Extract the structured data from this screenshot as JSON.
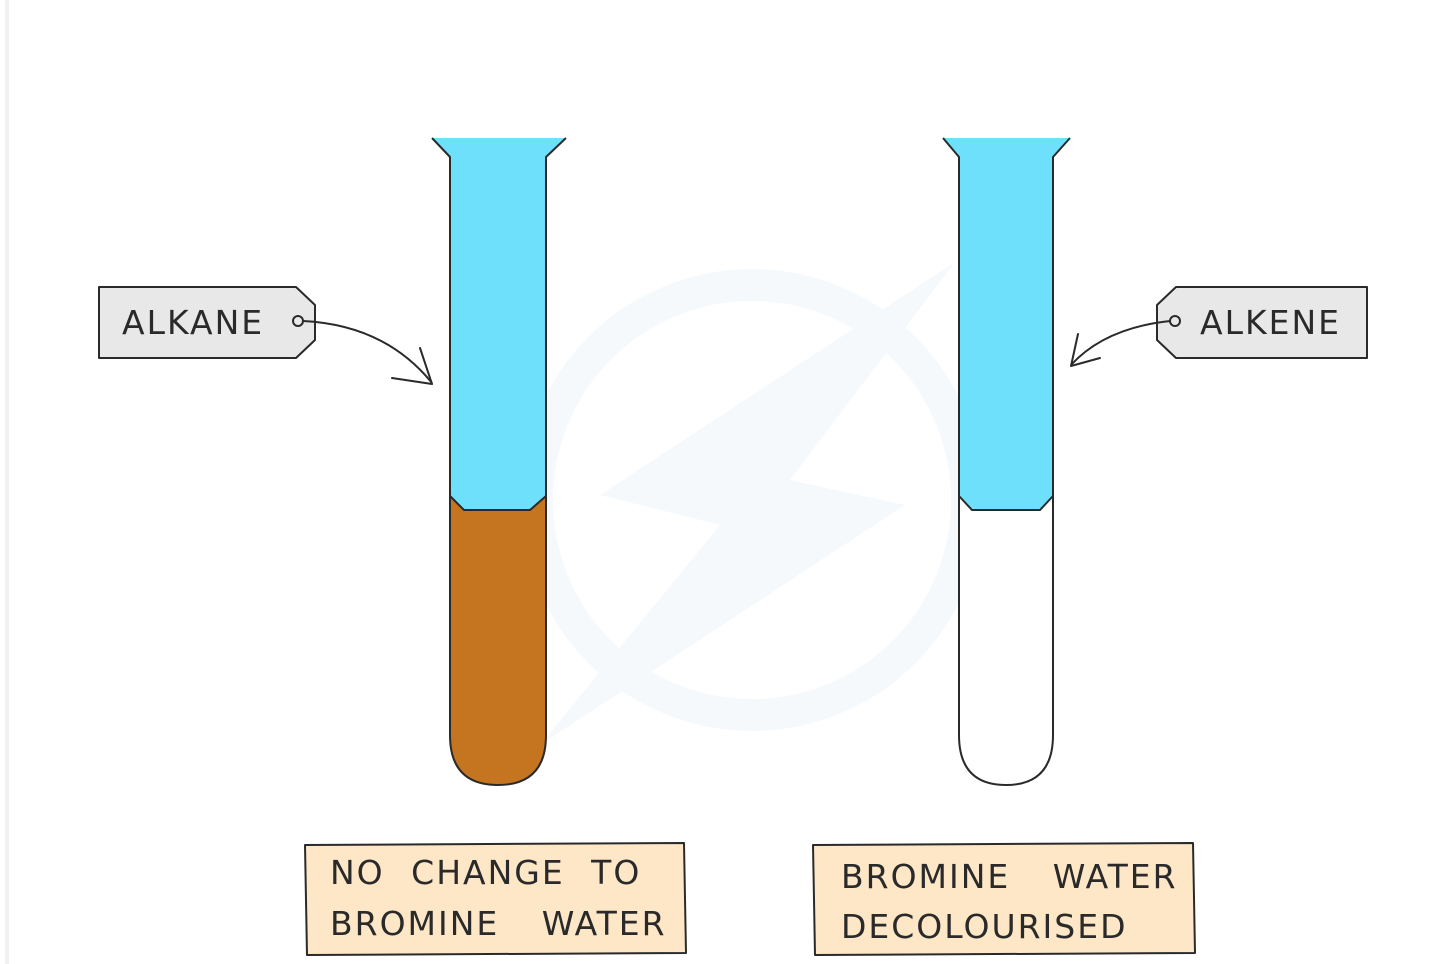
{
  "colors": {
    "alkane_layer": "#6fe0fb",
    "bromine_water": "#c57420",
    "decolourised": "#ffffff",
    "tag_fill": "#e8e8e8",
    "result_fill": "#fde7c6",
    "outline": "#2a2a2a"
  },
  "tags": {
    "left": {
      "label": "ALKANE",
      "icon": "hole-circle-icon"
    },
    "right": {
      "label": "ALKENE",
      "icon": "hole-circle-icon"
    }
  },
  "results": {
    "left": {
      "line1": "NO CHANGE TO",
      "line2": "BROMINE WATER"
    },
    "right": {
      "line1": "BROMINE WATER",
      "line2": "DECOLOURISED"
    }
  },
  "watermark": "lightning-bolt-watermark-icon"
}
